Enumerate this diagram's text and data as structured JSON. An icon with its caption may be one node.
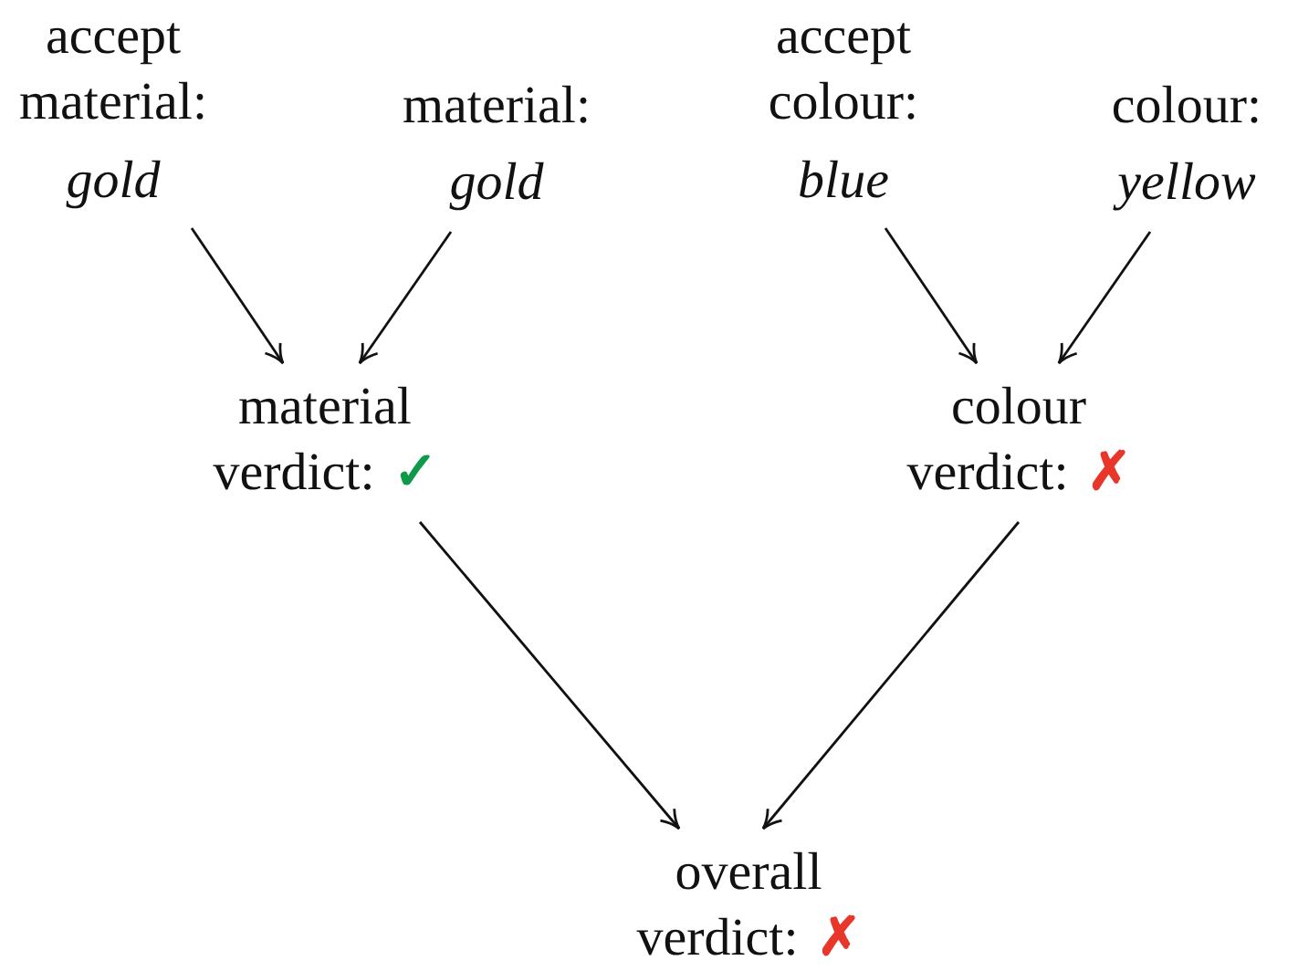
{
  "diagram": {
    "nodes": [
      {
        "text": [
          "accept material:",
          "gold"
        ]
      },
      {
        "text": [
          "material:",
          "gold"
        ]
      },
      {
        "text": [
          "accept colour:",
          "blue"
        ]
      },
      {
        "text": [
          "colour:",
          "yellow"
        ]
      },
      {
        "text": [
          "material verdict:"
        ],
        "beside": [
          "✓"
        ]
      },
      {
        "text": [
          "colour verdict:"
        ],
        "beside": [
          "✗"
        ]
      },
      {
        "text": [
          "overall verdict:"
        ],
        "beside": [
          "✗"
        ]
      }
    ],
    "edges": [
      {
        "from": 0,
        "to": 4,
        "arrow": "to"
      },
      {
        "from": 1,
        "to": 4,
        "arrow": "to"
      },
      {
        "from": 2,
        "to": 5,
        "arrow": "to"
      },
      {
        "from": 3,
        "to": 5,
        "arrow": "to"
      },
      {
        "from": 4,
        "to": 6,
        "arrow": "to"
      },
      {
        "from": 5,
        "to": 6,
        "arrow": "to"
      }
    ]
  }
}
